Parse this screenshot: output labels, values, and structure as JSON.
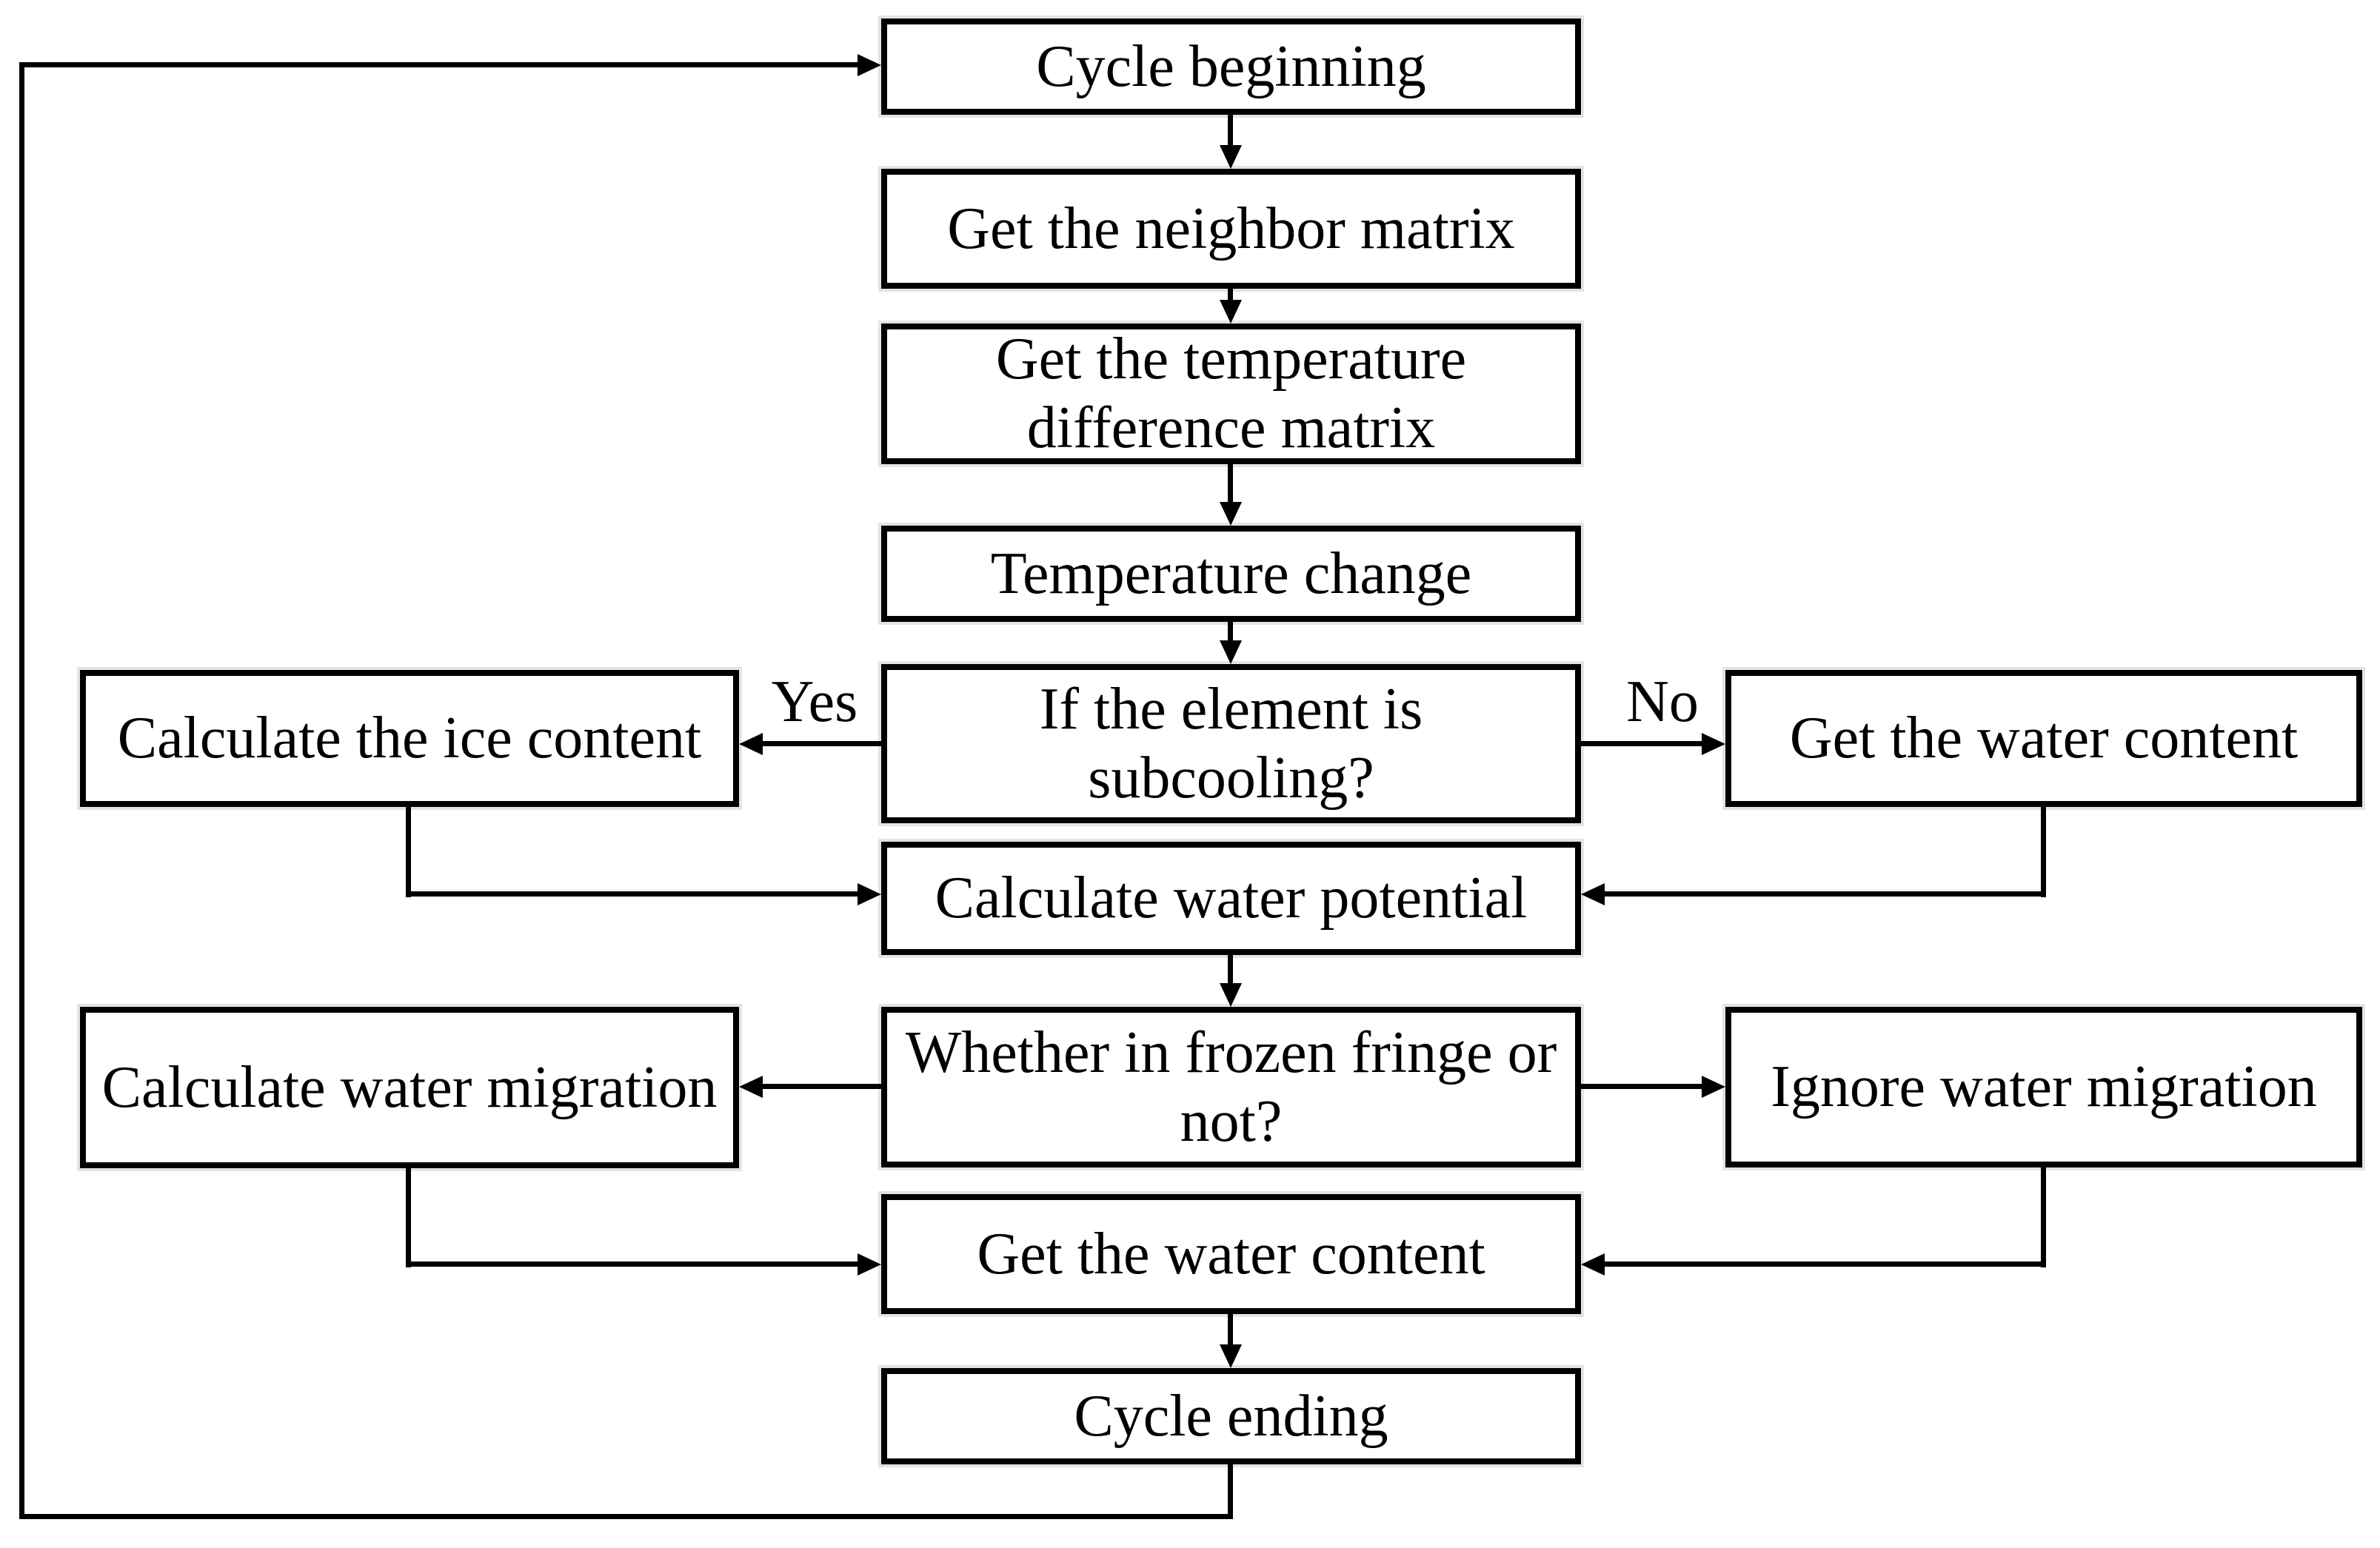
{
  "figure": {
    "type": "flowchart",
    "colors": {
      "background": "#ffffff",
      "line": "#000000",
      "box_fill": "#ffffff",
      "text": "#000000"
    },
    "nodes": [
      {
        "id": "cycle-beginning",
        "label": "Cycle beginning"
      },
      {
        "id": "get-neighbor-matrix",
        "label": "Get the neighbor matrix"
      },
      {
        "id": "get-temp-difference-matrix",
        "label": "Get the temperature difference matrix"
      },
      {
        "id": "temperature-change",
        "label": "Temperature change"
      },
      {
        "id": "subcooling-decision",
        "label": "If the element is subcooling?"
      },
      {
        "id": "calculate-ice-content",
        "label": "Calculate the ice content"
      },
      {
        "id": "get-water-content-right",
        "label": "Get the water content"
      },
      {
        "id": "calculate-water-potential",
        "label": "Calculate water potential"
      },
      {
        "id": "frozen-fringe-decision",
        "label": "Whether in frozen fringe or not?"
      },
      {
        "id": "calculate-water-migration",
        "label": "Calculate water migration"
      },
      {
        "id": "ignore-water-migration",
        "label": "Ignore water migration"
      },
      {
        "id": "get-water-content-center",
        "label": "Get the water content"
      },
      {
        "id": "cycle-ending",
        "label": "Cycle ending"
      }
    ],
    "edge_labels": {
      "yes": "Yes",
      "no": "No"
    }
  }
}
